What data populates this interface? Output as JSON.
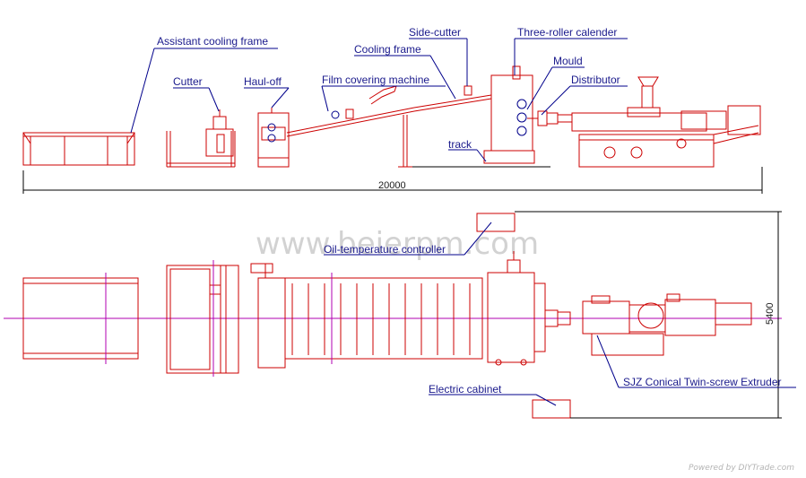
{
  "labels": {
    "assistant_cooling_frame": "Assistant cooling frame",
    "cutter": "Cutter",
    "haul_off": "Haul-off",
    "film_covering_machine": "Film  covering machine",
    "cooling_frame": "Cooling frame",
    "side_cutter": "Side-cutter",
    "three_roller_calender": "Three-roller calender",
    "mould": "Mould",
    "distributor": "Distributor",
    "track": "track",
    "oil_temperature_controller": "Oil-temperature controller",
    "electric_cabinet": "Electric cabinet",
    "extruder": "SJZ Conical Twin-screw Extruder"
  },
  "dimensions": {
    "length": "20000",
    "width": "5400"
  },
  "watermark": "www.beierpm.com",
  "footer": "Powered by DIYTrade.com",
  "colors": {
    "label": "#1a1a8c",
    "machine_red": "#cc0000",
    "centerline": "#b000b0",
    "leader": "#00008b"
  }
}
